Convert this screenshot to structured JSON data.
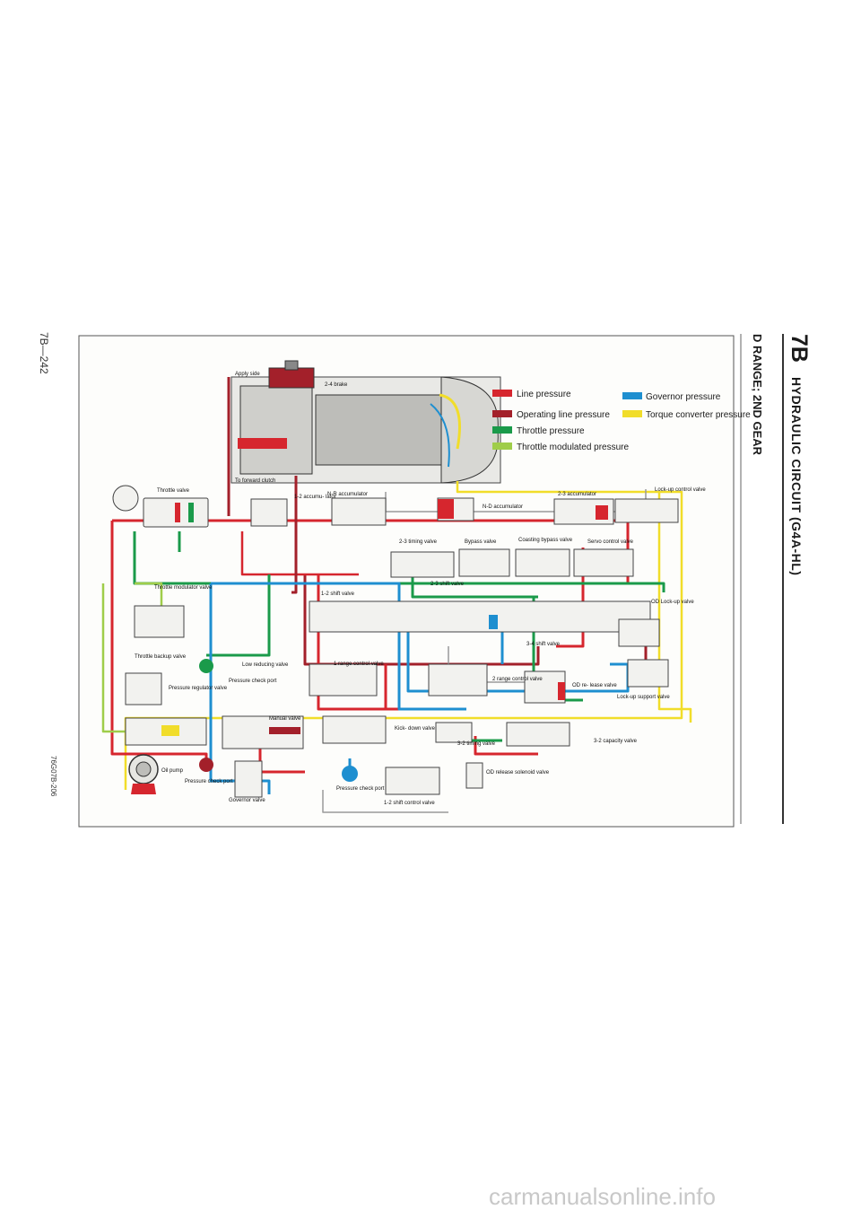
{
  "header": {
    "section_code": "7B",
    "section_title": "HYDRAULIC CIRCUIT (G4A-HL)",
    "subtitle": "D RANGE; 2ND GEAR"
  },
  "page_number": "7B—242",
  "figure_code": "76G07B-206",
  "watermark": "carmanualsonline.info",
  "legend": [
    {
      "label": "Line pressure",
      "color": "#d6262e"
    },
    {
      "label": "Operating line pressure",
      "color": "#a3202a"
    },
    {
      "label": "Throttle pressure",
      "color": "#1a9a4a"
    },
    {
      "label": "Throttle modulated pressure",
      "color": "#9fcd4a"
    },
    {
      "label": "Governor pressure",
      "color": "#1e8fd0"
    },
    {
      "label": "Torque converter pressure",
      "color": "#f1dd2a"
    }
  ],
  "labels": {
    "apply_side": "Apply side",
    "brake_24": "2-4 brake",
    "forward_clutch": "To forward clutch",
    "throttle_valve": "Throttle valve",
    "accum_12": "1-2 accumu- lator",
    "nr_accum": "N-R accumulator",
    "nd_accum": "N-D accumulator",
    "accum_23": "2-3 accumulator",
    "lockup_control": "Lock-up control valve",
    "timing_23": "2-3 timing valve",
    "bypass": "Bypass valve",
    "coasting_bypass": "Coasting bypass valve",
    "servo_control": "Servo control valve",
    "shift_23": "2-3 shift valve",
    "throttle_modulator": "Throttle modulator valve",
    "shift_12": "1-2 shift valve",
    "od_lockup": "OD Lock-up valve",
    "shift_34": "3-4 shift valve",
    "throttle_backup": "Throttle backup valve",
    "low_reducing": "Low reducing valve",
    "range1_control": "1 range control valve",
    "pressure_check_1": "Pressure check port",
    "pressure_regulator": "Pressure regulator valve",
    "range2_control": "2 range control valve",
    "od_release": "OD re- lease valve",
    "lockup_support": "Lock-up support valve",
    "manual": "Manual valve",
    "kickdown": "Kick- down valve",
    "timing_32": "3-2 timing valve",
    "capacity_32": "3-2 capacity valve",
    "oil_pump": "Oil pump",
    "pressure_check_2": "Pressure check port",
    "governor": "Governor valve",
    "pressure_check_3": "Pressure check port",
    "od_solenoid": "OD release solenoid valve",
    "shift_control_12": "1-2 shift control valve"
  }
}
